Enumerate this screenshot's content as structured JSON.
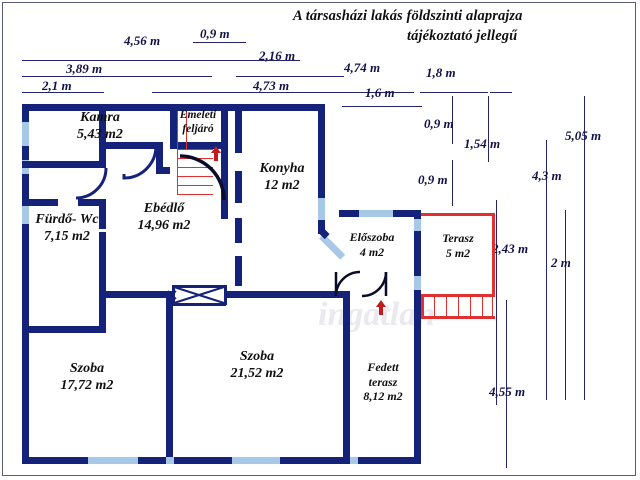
{
  "document": {
    "title_line1": "A társasházi lakás földszinti alaprajza",
    "title_line2": "tájékoztató jellegű",
    "watermark": "ingatlan"
  },
  "rooms": [
    {
      "id": "kamra",
      "name": "Kamra",
      "area": "5,43 m2"
    },
    {
      "id": "emeleti",
      "name": "Emeleti",
      "area": "feljáró"
    },
    {
      "id": "konyha",
      "name": "Konyha",
      "area": "12 m2"
    },
    {
      "id": "ebedlo",
      "name": "Ebédlő",
      "area": "14,96 m2"
    },
    {
      "id": "furdo-wc",
      "name": "Fürdő- Wc",
      "area": "7,15 m2"
    },
    {
      "id": "eloszoba",
      "name": "Előszoba",
      "area": "4 m2"
    },
    {
      "id": "terasz",
      "name": "Terasz",
      "area": "5 m2"
    },
    {
      "id": "szoba-1",
      "name": "Szoba",
      "area": "17,72 m2"
    },
    {
      "id": "szoba-2",
      "name": "Szoba",
      "area": "21,52 m2"
    },
    {
      "id": "fedett-terasz",
      "name": "Fedett",
      "area": "terasz",
      "area2": "8,12 m2"
    }
  ],
  "dimensions_horizontal": [
    {
      "id": "d-4-56",
      "label": "4,56 m"
    },
    {
      "id": "d-0-9a",
      "label": "0,9 m"
    },
    {
      "id": "d-2-16",
      "label": "2,16 m"
    },
    {
      "id": "d-3-89",
      "label": "3,89 m"
    },
    {
      "id": "d-4-74",
      "label": "4,74 m"
    },
    {
      "id": "d-1-8",
      "label": "1,8 m"
    },
    {
      "id": "d-2-1",
      "label": "2,1 m"
    },
    {
      "id": "d-4-73",
      "label": "4,73 m"
    },
    {
      "id": "d-1-6",
      "label": "1,6 m"
    }
  ],
  "dimensions_vertical": [
    {
      "id": "v-0-9a",
      "label": "0,9 m"
    },
    {
      "id": "v-1-54",
      "label": "1,54 m"
    },
    {
      "id": "v-5-05",
      "label": "5,05 m"
    },
    {
      "id": "v-0-9b",
      "label": "0,9 m"
    },
    {
      "id": "v-4-3",
      "label": "4,3 m"
    },
    {
      "id": "v-2-43",
      "label": "2,43 m"
    },
    {
      "id": "v-2",
      "label": "2 m"
    },
    {
      "id": "v-4-55",
      "label": "4,55 m"
    }
  ],
  "colors": {
    "wall": "#14227a",
    "window": "#a8c8e8",
    "terrace_outline": "#e03030",
    "dimension": "#24246e",
    "arrow": "#c21b1b"
  }
}
